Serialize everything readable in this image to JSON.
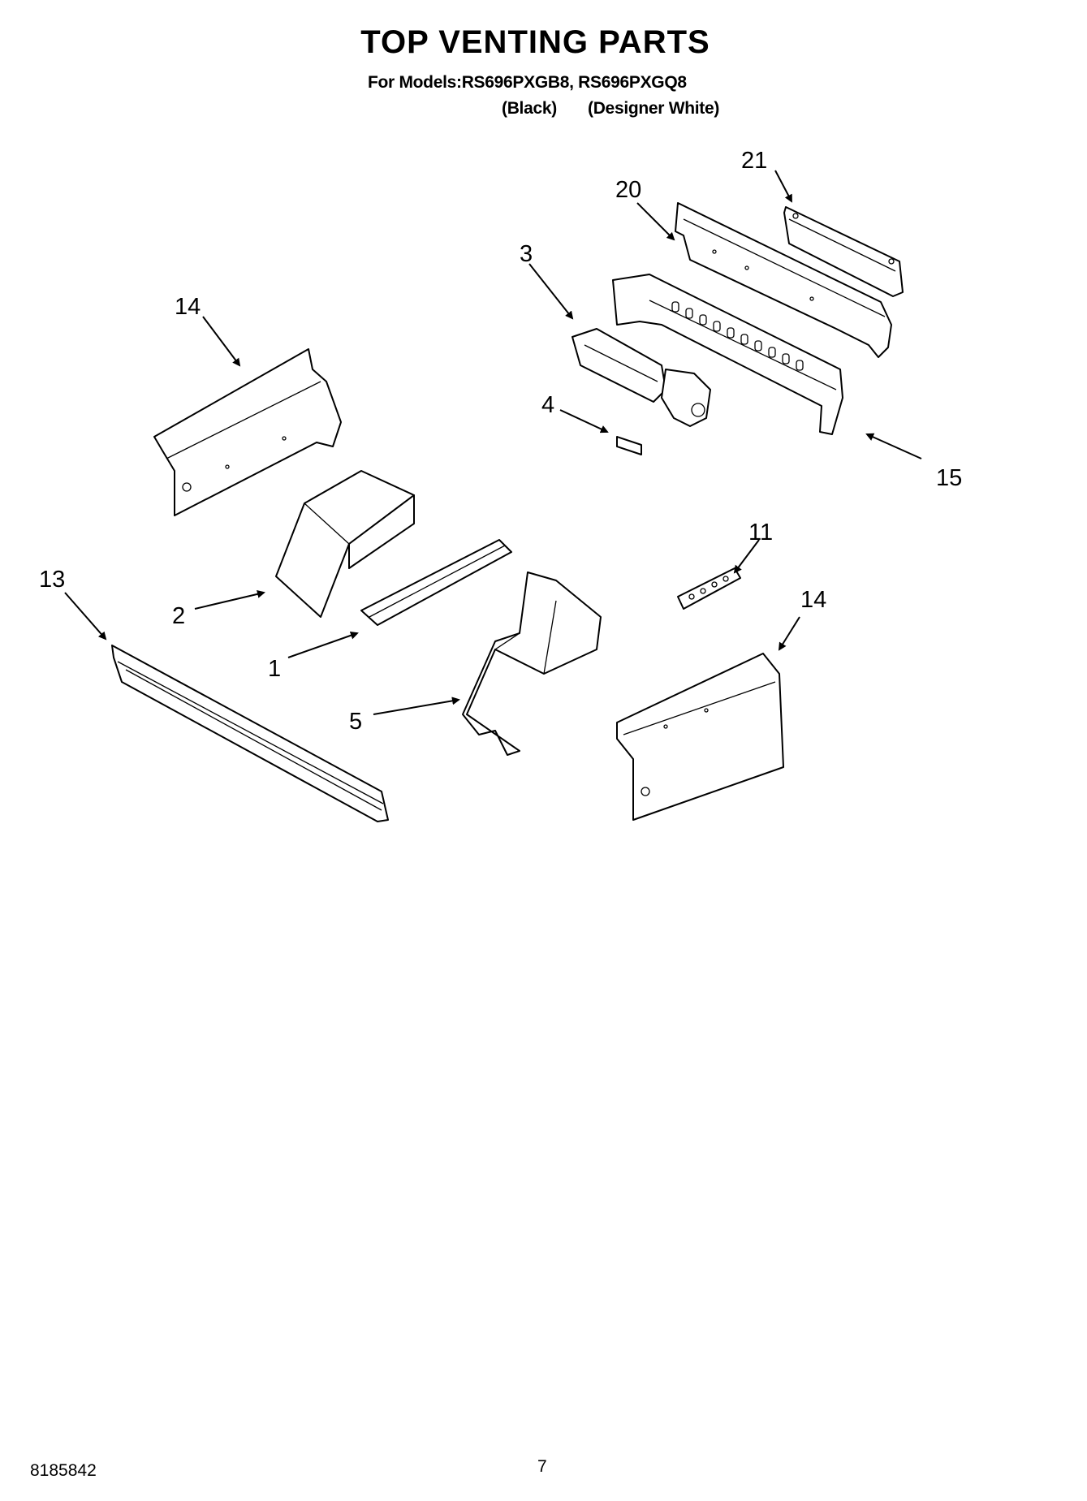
{
  "header": {
    "title": "TOP VENTING PARTS",
    "models_label": "For Models:RS696PXGB8, RS696PXGQ8",
    "variant_black": "(Black)",
    "variant_white": "(Designer White)"
  },
  "callouts": {
    "c21": "21",
    "c20": "20",
    "c3": "3",
    "c14_left": "14",
    "c4": "4",
    "c15": "15",
    "c11": "11",
    "c13": "13",
    "c2": "2",
    "c14_right": "14",
    "c1": "1",
    "c5": "5"
  },
  "footer": {
    "doc_number": "8185842",
    "page_number": "7"
  }
}
